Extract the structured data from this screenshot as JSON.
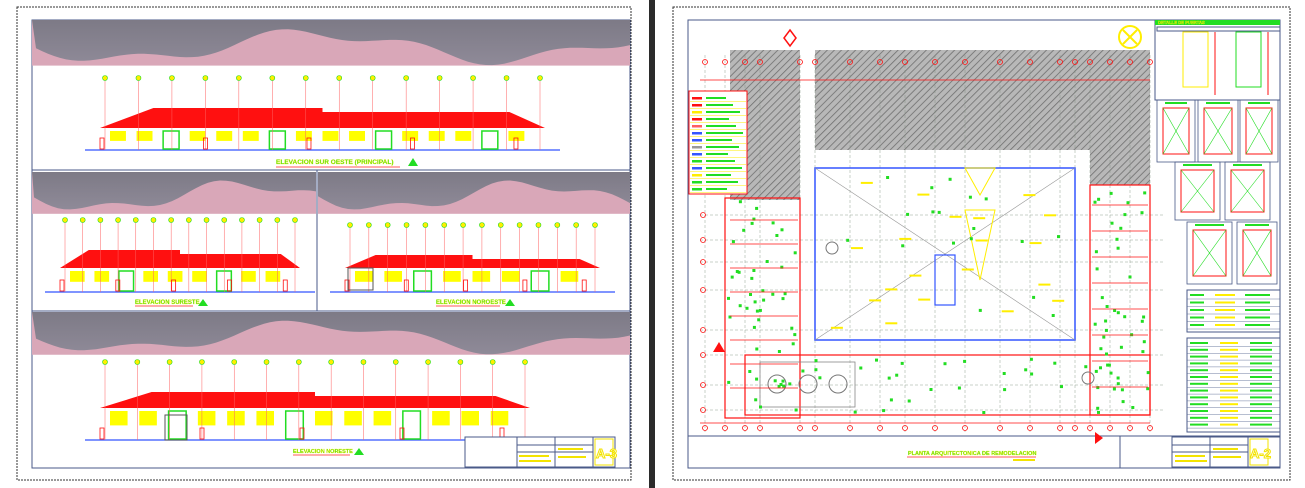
{
  "sheets": [
    {
      "sheet_number": "A-3",
      "views": [
        {
          "title": "ELEVACION SUR OESTE (PRINCIPAL)"
        },
        {
          "title": "ELEVACION SURESTE"
        },
        {
          "title": "ELEVACION NOROESTE"
        },
        {
          "title": "ELEVACION NORESTE"
        }
      ]
    },
    {
      "sheet_number": "A-2",
      "views": [
        {
          "title": "PLANTA ARQUITECTONICA DE REMODELACION"
        },
        {
          "title": "DETALLE DE PUERTAS"
        }
      ]
    }
  ],
  "colors": {
    "roof": "#ff1010",
    "wall": "#ffff00",
    "door": "#22dd22",
    "ground": "#3355ff",
    "frame": "#4a5a88",
    "separator": "#2b2b2b"
  }
}
